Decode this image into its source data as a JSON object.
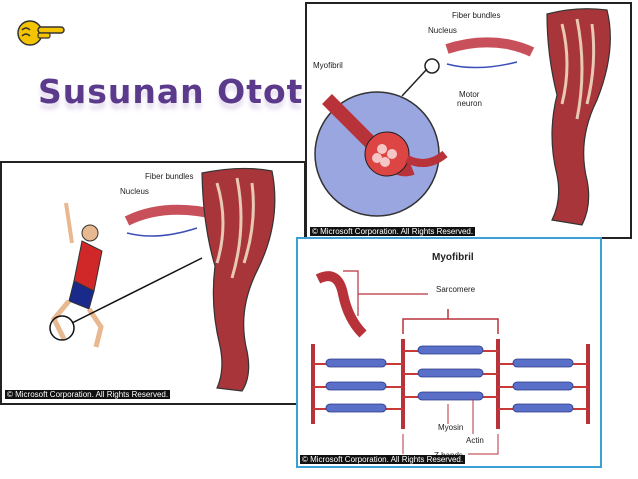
{
  "slide": {
    "title": "Susunan Otot"
  },
  "panel_top_right": {
    "labels": {
      "fiber_bundles": "Fiber bundles",
      "nucleus": "Nucleus",
      "myofibril": "Myofibril",
      "motor_neuron_1": "Motor",
      "motor_neuron_2": "neuron"
    },
    "copyright": "© Microsoft Corporation. All Rights Reserved."
  },
  "panel_left": {
    "labels": {
      "fiber_bundles": "Fiber bundles",
      "nucleus": "Nucleus"
    },
    "copyright": "© Microsoft Corporation. All Rights Reserved."
  },
  "panel_bottom_right": {
    "labels": {
      "header": "Myofibril",
      "sarcomere": "Sarcomere",
      "myosin": "Myosin",
      "actin": "Actin",
      "z_bands": "Z bands"
    },
    "copyright": "© Microsoft Corporation. All Rights Reserved."
  },
  "colors": {
    "title": "#5b3a8c",
    "muscle": "#b8323a",
    "myosin": "#5a6fc8",
    "actin": "#c83a3a",
    "panel_border_highlight": "#3aa0d6"
  }
}
